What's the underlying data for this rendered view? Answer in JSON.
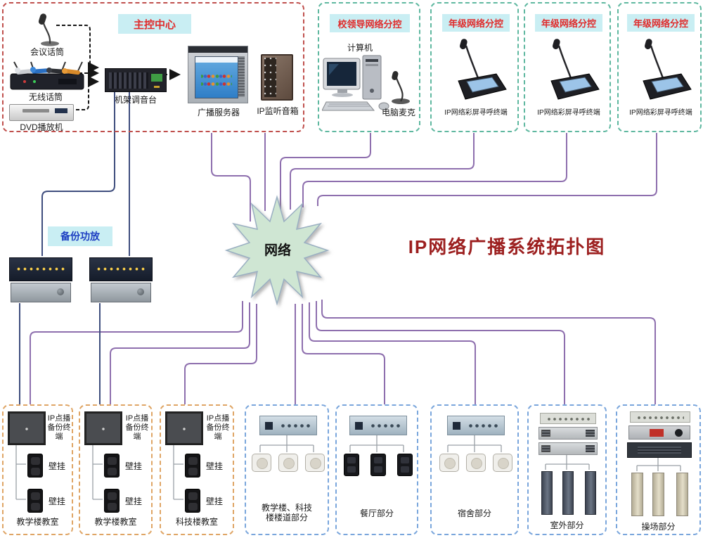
{
  "title": "IP网络广播系统拓扑图",
  "network": {
    "label": "网络"
  },
  "main_control": {
    "label": "主控中心",
    "conference_mic": "会议话筒",
    "wireless_mic": "无线话筒",
    "dvd_player": "DVD播放机",
    "rack_mixer": "机架调音台",
    "broadcast_server": "广播服务器",
    "monitor_speaker": "IP监听音箱"
  },
  "leader_control": {
    "label": "校领导网络分控",
    "computer": "计算机",
    "pc_mic": "电脑麦克"
  },
  "grade_controls": [
    {
      "label": "年级网络分控",
      "terminal": "IP网络彩屏寻呼终端"
    },
    {
      "label": "年级网络分控",
      "terminal": "IP网络彩屏寻呼终端"
    },
    {
      "label": "年级网络分控",
      "terminal": "IP网络彩屏寻呼终端"
    }
  ],
  "backup_amp": {
    "label": "备份功放"
  },
  "classroom_boxes": [
    {
      "terminal": "IP点播\n备份终端",
      "speakers": [
        "壁挂",
        "壁挂"
      ],
      "caption": "教学楼教室"
    },
    {
      "terminal": "IP点播\n备份终端",
      "speakers": [
        "壁挂",
        "壁挂"
      ],
      "caption": "教学楼教室"
    },
    {
      "terminal": "IP点播\n备份终端",
      "speakers": [
        "壁挂",
        "壁挂"
      ],
      "caption": "科技楼教室"
    }
  ],
  "zone_boxes": [
    {
      "caption": "教学楼、科技\n楼楼道部分"
    },
    {
      "caption": "餐厅部分"
    },
    {
      "caption": "宿舍部分"
    },
    {
      "caption": "室外部分"
    },
    {
      "caption": "操场部分"
    }
  ],
  "colors": {
    "title_text": "#9c1f1f",
    "control_label_text": "#e02b2b",
    "label_bg": "#c9eef3",
    "backup_label_text": "#1d3ec2",
    "main_border": "#c0504d",
    "sub_border": "#5fb8a0",
    "classroom_border": "#dfa565",
    "zone_border": "#7aa6dc",
    "network_line": "#8e6fae",
    "audio_line": "#3f4e7e",
    "star_fill": "#cfe6d3"
  }
}
